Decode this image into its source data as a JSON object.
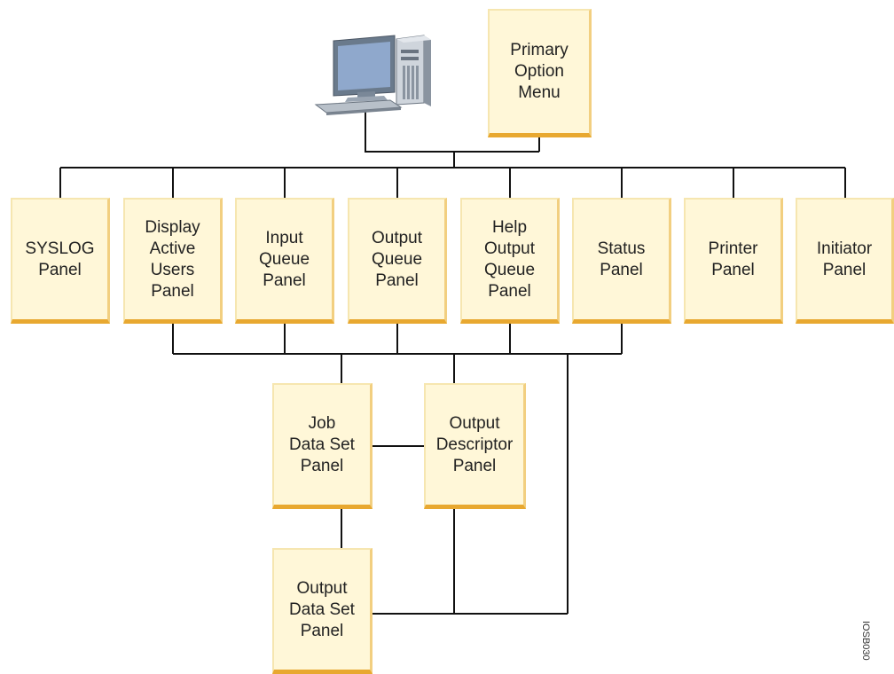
{
  "primary": {
    "label": "Primary\nOption\nMenu"
  },
  "panels": [
    {
      "id": "syslog",
      "label": "SYSLOG\nPanel"
    },
    {
      "id": "display-active-users",
      "label": "Display\nActive\nUsers\nPanel"
    },
    {
      "id": "input-queue",
      "label": "Input\nQueue\nPanel"
    },
    {
      "id": "output-queue",
      "label": "Output\nQueue\nPanel"
    },
    {
      "id": "help-output-queue",
      "label": "Help\nOutput\nQueue\nPanel"
    },
    {
      "id": "status",
      "label": "Status\nPanel"
    },
    {
      "id": "printer",
      "label": "Printer\nPanel"
    },
    {
      "id": "initiator",
      "label": "Initiator\nPanel"
    }
  ],
  "job_data_set": {
    "label": "Job\nData Set\nPanel"
  },
  "output_descriptor": {
    "label": "Output\nDescriptor\nPanel"
  },
  "output_data_set": {
    "label": "Output\nData Set\nPanel"
  },
  "figure_code": "IOSB030"
}
